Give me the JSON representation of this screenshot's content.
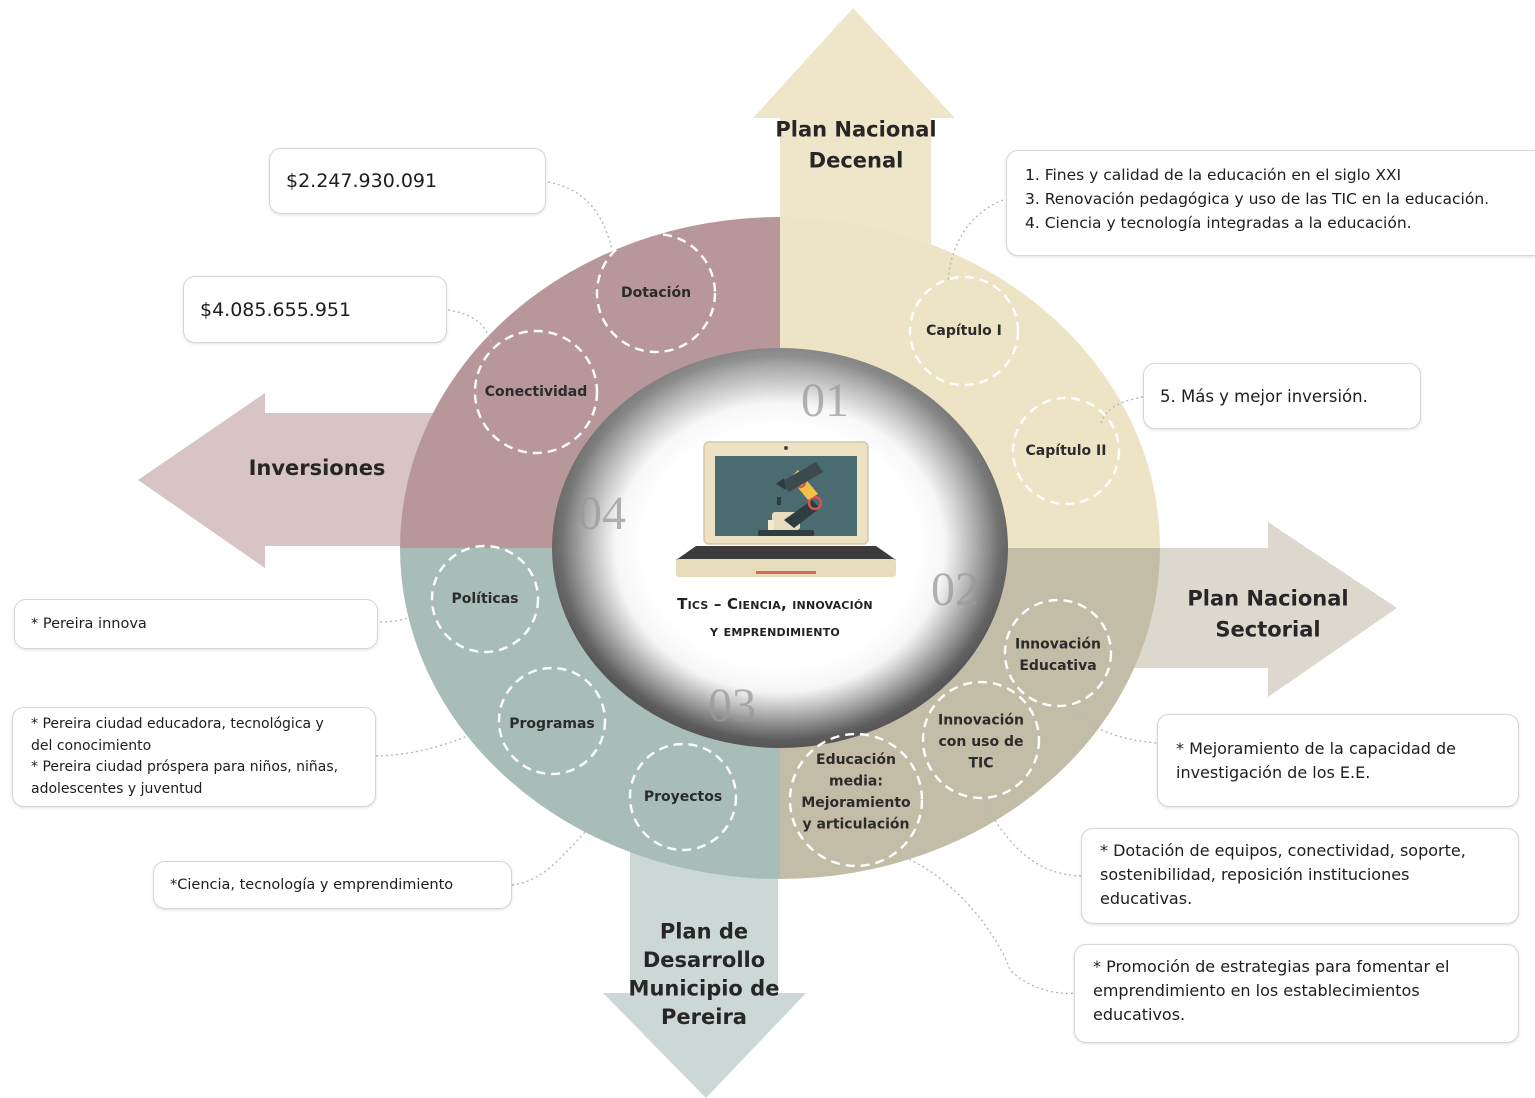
{
  "arrows": {
    "top": [
      "Plan Nacional",
      "Decenal"
    ],
    "left": [
      "Inversiones"
    ],
    "right": [
      "Plan Nacional",
      "Sectorial"
    ],
    "bottom": [
      "Plan de",
      "Desarrollo",
      "Municipio de",
      "Pereira"
    ]
  },
  "quadrant_numbers": {
    "q1": "01",
    "q2": "02",
    "q3": "03",
    "q4": "04"
  },
  "center": {
    "line1": "Tics – Ciencia, innovación",
    "line2": "y emprendimiento",
    "icon": "laptop-robot-arm-icon"
  },
  "nodes": {
    "dotacion": [
      "Dotación"
    ],
    "conectividad": [
      "Conectividad"
    ],
    "capitulo1": [
      "Capítulo I"
    ],
    "capitulo2": [
      "Capítulo II"
    ],
    "politicas": [
      "Políticas"
    ],
    "programas": [
      "Programas"
    ],
    "proyectos": [
      "Proyectos"
    ],
    "innovacion_educativa": [
      "Innovación",
      "Educativa"
    ],
    "innovacion_tic": [
      "Innovación",
      "con uso de",
      "TIC"
    ],
    "educacion_media": [
      "Educación",
      "media:",
      "Mejoramiento",
      "y articulación"
    ]
  },
  "callouts": {
    "dotacion": [
      "$2.247.930.091"
    ],
    "conectividad": [
      "$4.085.655.951"
    ],
    "capitulo1": [
      "1. Fines y calidad de la educación en el siglo XXI",
      "3. Renovación pedagógica y uso de las TIC en la educación.",
      "4. Ciencia y tecnología integradas a la educación."
    ],
    "capitulo2": [
      "5. Más y mejor inversión."
    ],
    "politicas": [
      "* Pereira innova"
    ],
    "programas": [
      "* Pereira ciudad educadora, tecnológica y",
      "del conocimiento",
      "* Pereira ciudad próspera para niños, niñas,",
      "adolescentes y juventud"
    ],
    "proyectos": [
      "*Ciencia, tecnología y emprendimiento"
    ],
    "innovacion_educativa": [
      "* Mejoramiento de la capacidad de",
      "investigación de los  E.E."
    ],
    "innovacion_tic": [
      "* Dotación de equipos, conectividad, soporte,",
      "sostenibilidad, reposición instituciones",
      "educativas."
    ],
    "educacion_media": [
      "* Promoción de estrategias para fomentar el",
      "emprendimiento en los establecimientos",
      "educativos."
    ]
  },
  "colors": {
    "q1": "#ede4c5",
    "q2": "#c3bca6",
    "q3": "#a9bdb8",
    "q4": "#b8979a",
    "arrow_top": "#efe6c9",
    "arrow_right": "#dcd8cd",
    "arrow_bottom": "#cbd8d6",
    "arrow_left": "#d8c4c4"
  }
}
